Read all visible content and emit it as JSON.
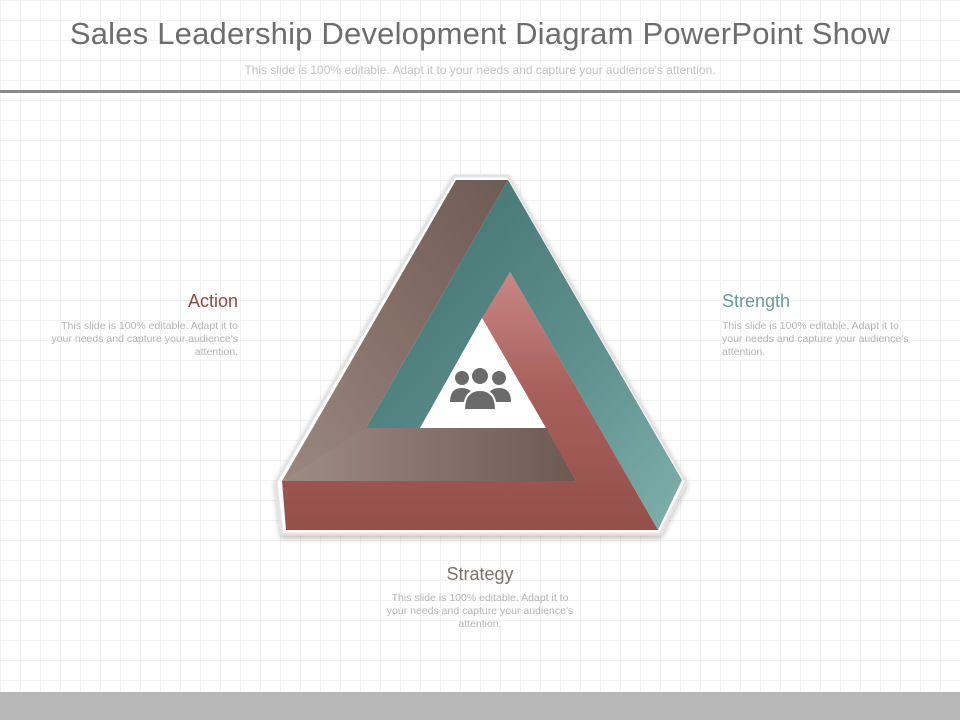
{
  "slide": {
    "title": "Sales Leadership Development Diagram PowerPoint Show",
    "subtitle": "This slide is 100% editable. Adapt it to your needs and capture your audience's attention."
  },
  "diagram": {
    "center_icon": "people-group-icon",
    "colors": {
      "action": "#8b766f",
      "strength": "#5a8d8c",
      "strategy": "#9b5552"
    },
    "labels": {
      "action": {
        "title": "Action",
        "text": "This slide is 100% editable. Adapt it to your needs and capture your audience's attention."
      },
      "strength": {
        "title": "Strength",
        "text": "This slide is 100% editable. Adapt it to your needs and capture your audience's attention."
      },
      "strategy": {
        "title": "Strategy",
        "text": "This slide is 100% editable. Adapt it to your needs and capture your audience's attention."
      }
    }
  }
}
